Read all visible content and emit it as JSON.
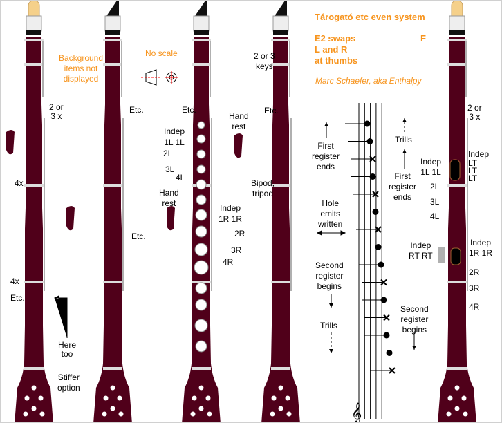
{
  "title": "Tárogató etc even system",
  "header_lines": [
    "E2 swaps",
    "L and R",
    "at thumbs"
  ],
  "header_note_f": "F",
  "author": "Marc Schaefer, aka Enthalpy",
  "background_note": [
    "Background",
    "items not",
    "displayed"
  ],
  "no_scale": "No scale",
  "colors": {
    "body": "#50001a",
    "accent": "#f7941d",
    "keys": "#b0b0b0",
    "mouthpiece": "#f5d08a"
  },
  "instrument1": {
    "count_top": [
      "2 or",
      "3 x"
    ],
    "count_mid": "4x",
    "count_low": "4x",
    "etc": "Etc.",
    "here_too": [
      "Here",
      "too"
    ],
    "stiffer": [
      "Stiffer",
      "option"
    ]
  },
  "instrument2": {
    "etc_top": "Etc.",
    "etc_low": "Etc."
  },
  "instrument3": {
    "etc": "Etc.",
    "hand_rest_top": [
      "Hand",
      "rest"
    ],
    "indep_l": [
      "Indep",
      "1L  1L"
    ],
    "l2": "2L",
    "l3": "3L",
    "l4": "4L",
    "hand_rest_low": [
      "Hand",
      "rest"
    ],
    "indep_r": [
      "Indep",
      "1R  1R"
    ],
    "r2": "2R",
    "r3": "3R",
    "r4": "4R"
  },
  "instrument4": {
    "keys": [
      "2 or 3",
      "keys"
    ],
    "etc": "Etc.",
    "bipod": [
      "Bipod,",
      "tripod"
    ]
  },
  "staff": {
    "first_register": [
      "First",
      "register",
      "ends"
    ],
    "hole_emits": [
      "Hole",
      "emits",
      "written"
    ],
    "second_register": [
      "Second",
      "register",
      "begins"
    ],
    "trills": "Trills",
    "notes": [
      {
        "step": 0,
        "type": "dot"
      },
      {
        "step": 1,
        "type": "dot"
      },
      {
        "step": 2,
        "type": "x"
      },
      {
        "step": 2,
        "type": "dot"
      },
      {
        "step": 3,
        "type": "x"
      },
      {
        "step": 3,
        "type": "dot"
      },
      {
        "step": 4,
        "type": "x"
      },
      {
        "step": 4,
        "type": "dot"
      },
      {
        "step": 5,
        "type": "dot"
      },
      {
        "step": 6,
        "type": "x"
      },
      {
        "step": 6,
        "type": "dot"
      },
      {
        "step": 7,
        "type": "x"
      },
      {
        "step": 7,
        "type": "dot"
      },
      {
        "step": 8,
        "type": "dot"
      },
      {
        "step": 9,
        "type": "x"
      }
    ]
  },
  "instrument5": {
    "trills": "Trills",
    "first_register": [
      "First",
      "register",
      "ends"
    ],
    "count_top": [
      "2 or",
      "3 x"
    ],
    "indep_lt": [
      "Indep",
      "LT",
      "LT",
      "LT"
    ],
    "indep_l": [
      "Indep",
      "1L  1L"
    ],
    "l2": "2L",
    "l3": "3L",
    "l4": "4L",
    "indep_rt": [
      "Indep",
      "RT  RT"
    ],
    "indep_r": [
      "Indep",
      "1R  1R"
    ],
    "r2": "2R",
    "r3": "3R",
    "r4": "4R",
    "second_register": [
      "Second",
      "register",
      "begins"
    ]
  }
}
